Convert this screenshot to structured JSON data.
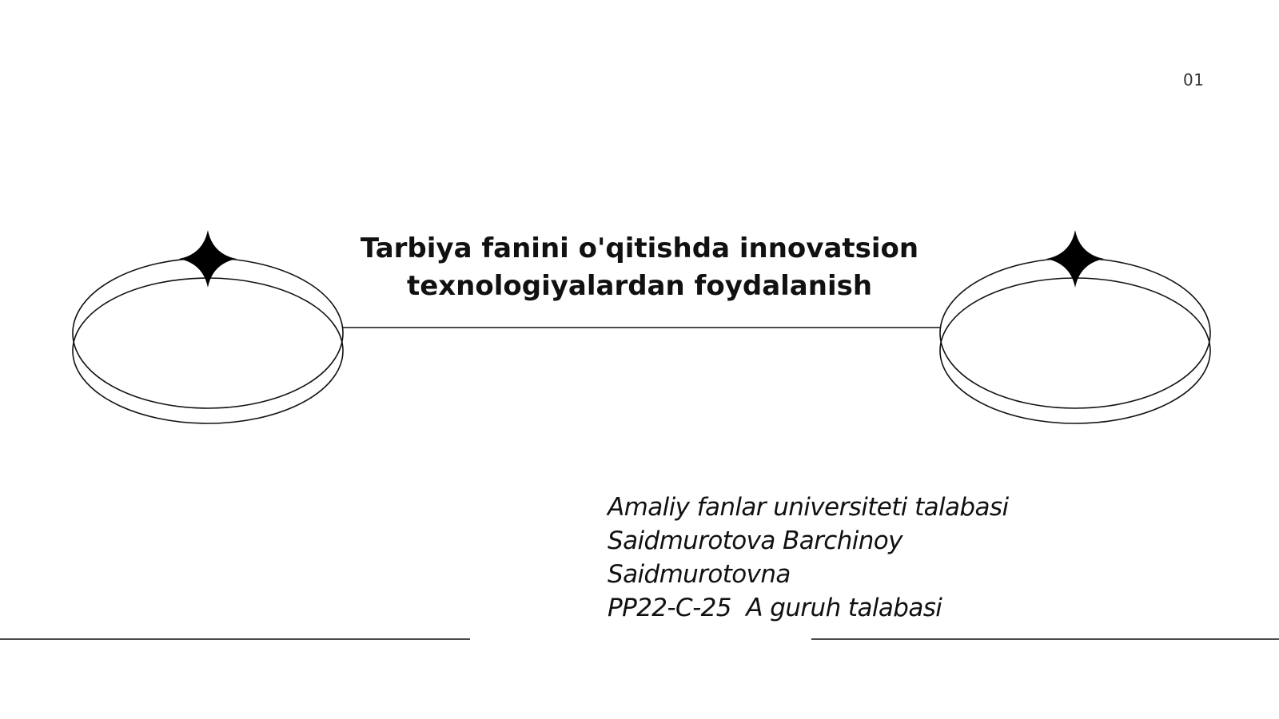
{
  "slide": {
    "page_number": "01",
    "title_lines": [
      "Tarbiya fanini o'qitishda innovatsion",
      "texnologiyalardan foydalanish"
    ],
    "author_lines": [
      "Amaliy fanlar universiteti talabasi",
      "Saidmurotova Barchinoy",
      "Saidmurotovna",
      "PP22-C-25  A guruh talabasi"
    ]
  },
  "colors": {
    "background": "#ffffff",
    "line": "#111111",
    "star": "#000000",
    "text": "#111111"
  },
  "icons": [
    "sparkle-star-icon",
    "sparkle-star-icon"
  ]
}
